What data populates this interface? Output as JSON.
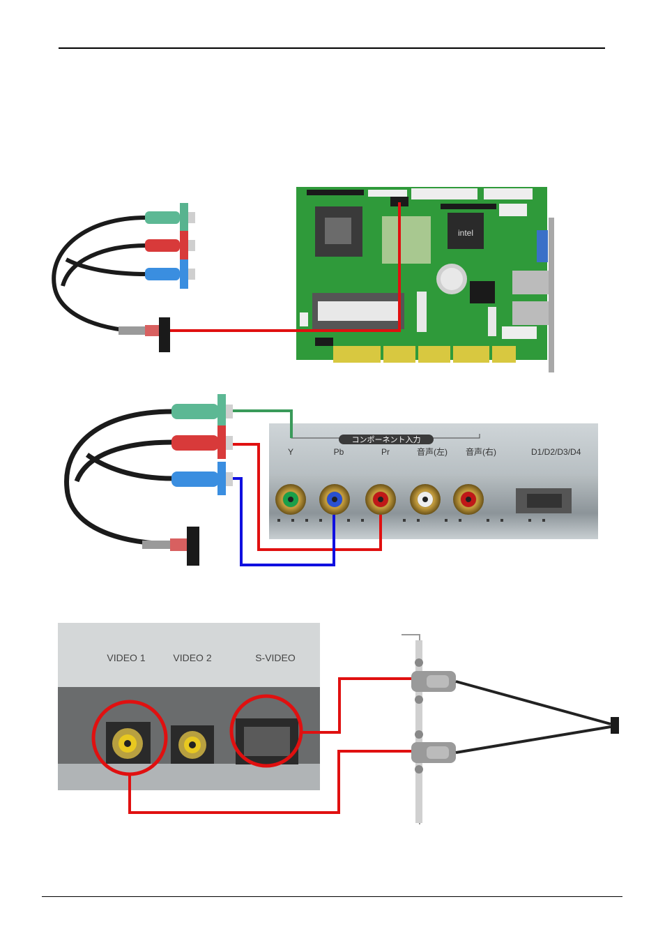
{
  "document": {
    "tv_panel_1": {
      "title": "コンポーネント入力",
      "labels": [
        "Y",
        "Pb",
        "Pr",
        "音声(左)",
        "音声(右)",
        "D1/D2/D3/D4"
      ]
    },
    "tv_panel_2": {
      "labels": [
        "VIDEO 1",
        "VIDEO 2",
        "S-VIDEO"
      ]
    },
    "board": {
      "chip_marking": "intel"
    }
  },
  "colors": {
    "wire_red": "#e01010",
    "wire_green": "#3a9a5a",
    "wire_blue": "#1010e0",
    "pcb": "#2f9a3a",
    "jack_green": "#4fb58a",
    "jack_red": "#d33",
    "jack_blue": "#3a8ee0"
  }
}
